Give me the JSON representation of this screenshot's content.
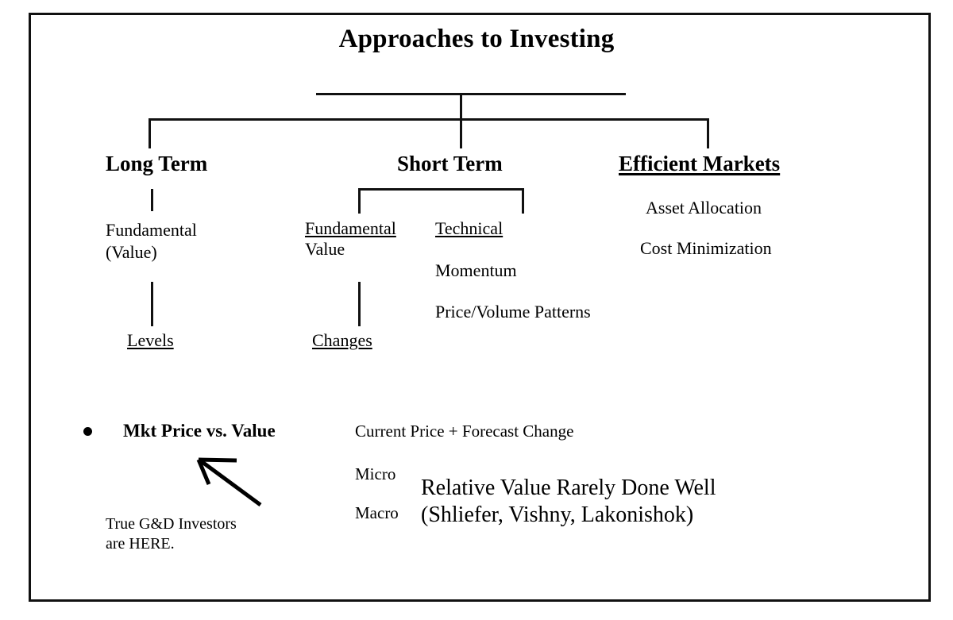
{
  "slide": {
    "title": "Approaches to Investing",
    "background_color": "#ffffff",
    "border_color": "#111111",
    "text_color": "#000000"
  },
  "branches": {
    "long_term": {
      "heading": "Long Term",
      "level1": "Fundamental\n(Value)",
      "level2": "Levels"
    },
    "short_term": {
      "heading": "Short Term",
      "fundamental_heading": "Fundamental",
      "fundamental_sub": "Value",
      "fundamental_level2": "Changes",
      "technical_heading": "Technical",
      "technical_items": [
        "Momentum",
        "Price/Volume Patterns"
      ]
    },
    "efficient_markets": {
      "heading": "Efficient Markets",
      "items": [
        "Asset Allocation",
        "Cost Minimization"
      ]
    }
  },
  "footer": {
    "bullet_item": "Mkt Price vs. Value",
    "annotation": "True G&D Investors\nare HERE.",
    "arrow_label": "arrow-pointing-to-bullet-item",
    "formula": "Current Price + Forecast Change",
    "scale_labels": [
      "Micro",
      "Macro"
    ],
    "callout_line1": "Relative Value Rarely Done Well",
    "callout_line2": "(Shliefer, Vishny, Lakonishok)"
  }
}
